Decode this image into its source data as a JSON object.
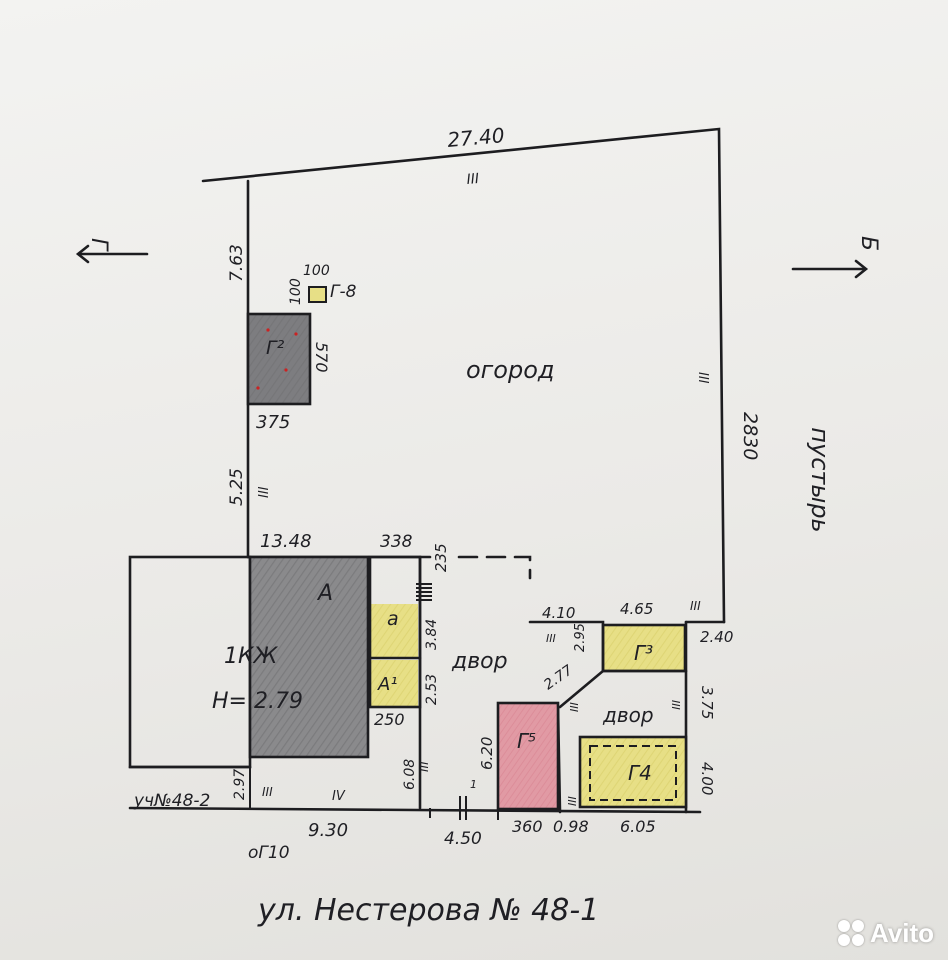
{
  "plan": {
    "street_address": "ул. Нестерова № 48-1",
    "neighbor_left": "уч№48-2",
    "neighbor_right": "пустырь",
    "marker_left": "Г",
    "marker_right": "Б",
    "zones": {
      "garden": "огород",
      "yard_main": "двор",
      "yard_small": "двор"
    },
    "buildings": {
      "house_letter": "А",
      "house_type": "1КЖ",
      "house_height": "Н= 2.79",
      "veranda": "а",
      "annex": "А¹",
      "g2": "Г²",
      "g3": "Г³",
      "g4": "Г4",
      "g5": "Г⁵",
      "g8": "Г-8",
      "gate_label": "оГ10"
    },
    "dimensions": {
      "top": "27.40",
      "right": "2830",
      "left_top": "7.63",
      "left_mid": "5.25",
      "g8_w": "100",
      "g8_h": "100",
      "g2_w": "375",
      "g2_h": "570",
      "house_top": "13.48",
      "annex_top": "338",
      "entry": "235",
      "annex_side1": "3.84",
      "annex_side2": "2.53",
      "annex_bottom": "250",
      "house_bottom_side": "6.08",
      "left_corner": "2.97",
      "bottom_left": "9.30",
      "bottom_gap": "4.50",
      "g5_h": "6.20",
      "g5_w": "360",
      "g4_gap": "0.98",
      "g4_w": "6.05",
      "right_bottom": "4.00",
      "right_mid": "3.75",
      "g3_corner": "2.40",
      "g3_w": "4.65",
      "g3_left": "4.10",
      "g3_side": "2.95",
      "diag": "2.77",
      "gate_mark": "1"
    },
    "roman_marks": {
      "top": "III",
      "left": "III",
      "right": "III",
      "g3": "III",
      "yard1": "III",
      "yard2": "III",
      "yard3": "III",
      "annex": "III",
      "bottom_left": "III",
      "bottom_mid": "IV"
    }
  },
  "watermark": {
    "text": "Avito"
  },
  "colors": {
    "paper": "#ecebe8",
    "ink": "#1d1d20",
    "house_fill": "#8a8a8c",
    "yellow": "#e7df86",
    "pink": "#e19aa4",
    "g2_fill": "#7d7d80"
  }
}
